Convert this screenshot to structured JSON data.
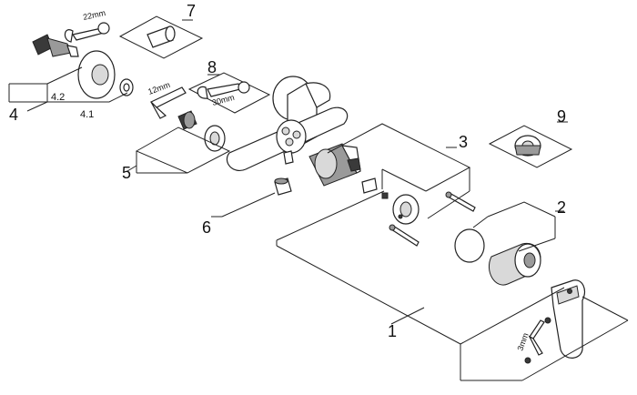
{
  "labels": {
    "item_1": "1",
    "item_2": "2",
    "item_3": "3",
    "item_4": "4",
    "item_4_1": "4.1",
    "item_4_2": "4.2",
    "item_5": "5",
    "item_6": "6",
    "item_7": "7",
    "item_8": "8",
    "item_9": "9"
  },
  "dimensions": {
    "wrench_22": "22mm",
    "hex_key_12": "12mm",
    "wrench_30": "30mm",
    "hex_key_3": "3mm"
  }
}
